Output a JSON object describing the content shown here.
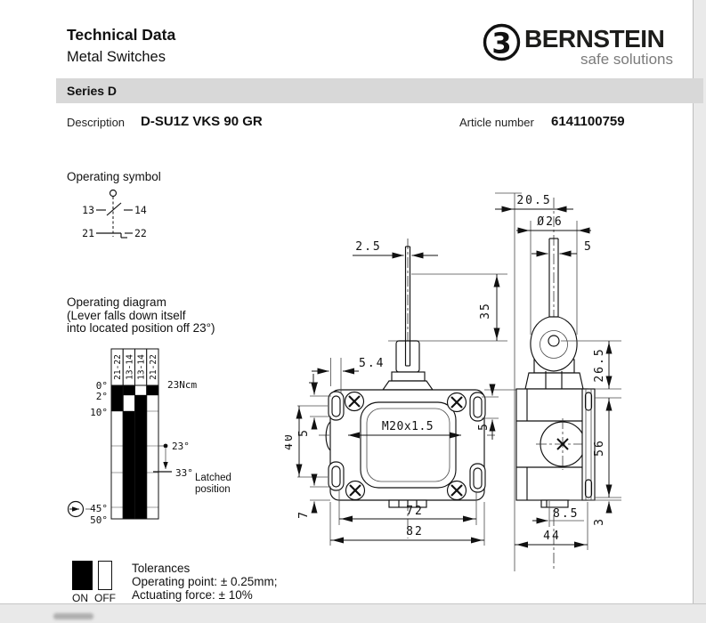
{
  "header": {
    "title": "Technical Data",
    "subtitle": "Metal Switches"
  },
  "brand": {
    "name": "BERNSTEIN",
    "tagline": "safe solutions",
    "logo_glyph": "3"
  },
  "series": {
    "label": "Series D"
  },
  "meta": {
    "description_label": "Description",
    "description_value": "D-SU1Z VKS 90 GR",
    "article_label": "Article number",
    "article_value": "6141100759"
  },
  "operating_symbol": {
    "label": "Operating symbol",
    "contact_top_left": "13",
    "contact_top_right": "14",
    "contact_bottom_left": "21",
    "contact_bottom_right": "22"
  },
  "operating_diagram": {
    "title_line1": "Operating diagram",
    "title_line2": "(Lever falls down itself",
    "title_line3": "into located position off 23°)",
    "torque_label": "23Ncm",
    "labels": {
      "a0": "0°",
      "a2": "2°",
      "a10": "10°",
      "a23": "23°",
      "a33": "33°",
      "a45": "45°",
      "a50": "50°",
      "latched_1": "Latched",
      "latched_2": "position"
    },
    "chart": {
      "type": "state-bar",
      "description": "Switch contact states vs lever angle; black = contact closed (ON), white = open (OFF)",
      "angle_ticks": [
        {
          "deg": 0,
          "px": 0
        },
        {
          "deg": 2,
          "px": 11
        },
        {
          "deg": 10,
          "px": 29
        },
        {
          "deg": 23,
          "px": 68
        },
        {
          "deg": 33,
          "px": 98
        },
        {
          "deg": 45,
          "px": 137
        },
        {
          "deg": 50,
          "px": 150
        }
      ],
      "columns": [
        {
          "label": "21-22",
          "on_ranges_deg": [
            [
              0,
              10
            ]
          ]
        },
        {
          "label": "13-14",
          "on_ranges_deg": [
            [
              0,
              2
            ],
            [
              10,
              50
            ]
          ]
        },
        {
          "label": "13-14",
          "on_ranges_deg": [
            [
              2,
              50
            ]
          ]
        },
        {
          "label": "21-22",
          "on_ranges_deg": [
            [
              0,
              2
            ]
          ]
        }
      ],
      "on_color": "#000000",
      "off_color": "#ffffff",
      "grid_color": "#8a8a8a"
    }
  },
  "legend": {
    "on_label": "ON",
    "off_label": "OFF"
  },
  "tolerances": {
    "title": "Tolerances",
    "line1": "Operating point: ± 0.25mm;",
    "line2": "Actuating force: ± 10%"
  },
  "drawings": {
    "front": {
      "dim_rod_width": "2.5",
      "dim_rod_height": "35",
      "dim_slot_offset": "5.4",
      "dim_slot_len_left": "5",
      "dim_hole_span_v": "40",
      "dim_bottom": "7",
      "dim_slot_len_right": "5",
      "dim_hole_span_h": "72",
      "dim_overall_w": "82",
      "thread_label": "M20x1.5"
    },
    "side": {
      "dim_center_offset": "20.5",
      "dim_hub_dia": "Ø26",
      "dim_lever_thk": "5",
      "dim_top_h": "26.5",
      "dim_plate_span": "56",
      "dim_plate_bottom": "3",
      "dim_foot": "8.5",
      "dim_depth": "44"
    }
  },
  "colors": {
    "accent_red": "#e2001a",
    "series_bar_bg": "#d8d8d8",
    "tagline_gray": "#7b7b7b"
  }
}
